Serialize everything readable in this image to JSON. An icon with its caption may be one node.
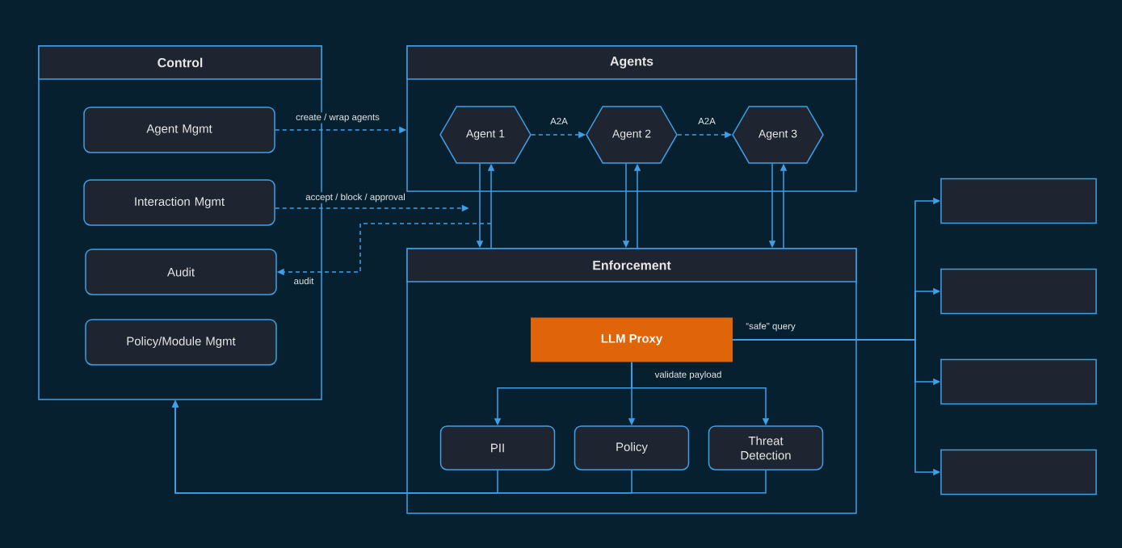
{
  "diagram": {
    "nodes": [
      {
        "text": [
          "Control"
        ]
      },
      {
        "text": [
          "Agent Mgmt"
        ],
        "in": 0
      },
      {
        "text": [
          "Interaction Mgmt"
        ],
        "in": 0
      },
      {
        "text": [
          "Audit"
        ],
        "in": 0
      },
      {
        "text": [
          "Policy/Module Mgmt"
        ],
        "in": 0
      },
      {
        "text": [
          "Agents"
        ]
      },
      {
        "text": [
          "Agent 1"
        ],
        "in": 5
      },
      {
        "text": [
          "Agent 2"
        ],
        "in": 5
      },
      {
        "text": [
          "Agent 3"
        ],
        "in": 5
      },
      {
        "text": [
          "Enforcement"
        ]
      },
      {
        "text": [
          "LLM Proxy"
        ],
        "in": 9
      },
      {
        "text": [
          "PII"
        ],
        "in": 9
      },
      {
        "text": [
          "Policy"
        ],
        "in": 9
      },
      {
        "text": [
          "Threat Detection"
        ],
        "in": 9
      },
      {
        "text": [],
        "shape": "box"
      },
      {
        "text": [],
        "shape": "box"
      },
      {
        "text": [],
        "shape": "box"
      },
      {
        "text": [],
        "shape": "box"
      }
    ],
    "edges": [
      {
        "from": 1,
        "to": 5,
        "arrow": "to",
        "style": "dashed",
        "label": "create / wrap agents"
      },
      {
        "from": 6,
        "to": 7,
        "arrow": "to",
        "style": "dashed",
        "label": "A2A"
      },
      {
        "from": 7,
        "to": 8,
        "arrow": "to",
        "style": "dashed",
        "label": "A2A"
      },
      {
        "from": 6,
        "to": 9,
        "arrow": "to"
      },
      {
        "from": 9,
        "to": 6,
        "arrow": "to"
      },
      {
        "from": 7,
        "to": 9,
        "arrow": "to"
      },
      {
        "from": 9,
        "to": 7,
        "arrow": "to"
      },
      {
        "from": 8,
        "to": 9,
        "arrow": "to"
      },
      {
        "from": 9,
        "to": 8,
        "arrow": "to"
      },
      {
        "from": 2,
        "to": null,
        "arrow": "to",
        "style": "dashed",
        "label": "accept / block / approval"
      },
      {
        "from": null,
        "to": 3,
        "arrow": "to",
        "style": "dashed",
        "label": "audit"
      },
      {
        "from": 10,
        "to": 14,
        "arrow": "to",
        "label": "“safe\" query"
      },
      {
        "from": 10,
        "to": 15,
        "arrow": "to"
      },
      {
        "from": 10,
        "to": 16,
        "arrow": "to"
      },
      {
        "from": 10,
        "to": 17,
        "arrow": "to"
      },
      {
        "from": 10,
        "to": 11,
        "arrow": "to"
      },
      {
        "from": 10,
        "to": 12,
        "arrow": "to",
        "label": "validate payload"
      },
      {
        "from": 10,
        "to": 13,
        "arrow": "to"
      },
      {
        "from": 11,
        "to": 0,
        "arrow": "to"
      },
      {
        "from": 12,
        "to": 0,
        "arrow": "to"
      },
      {
        "from": 13,
        "to": 0,
        "arrow": "to"
      }
    ]
  }
}
